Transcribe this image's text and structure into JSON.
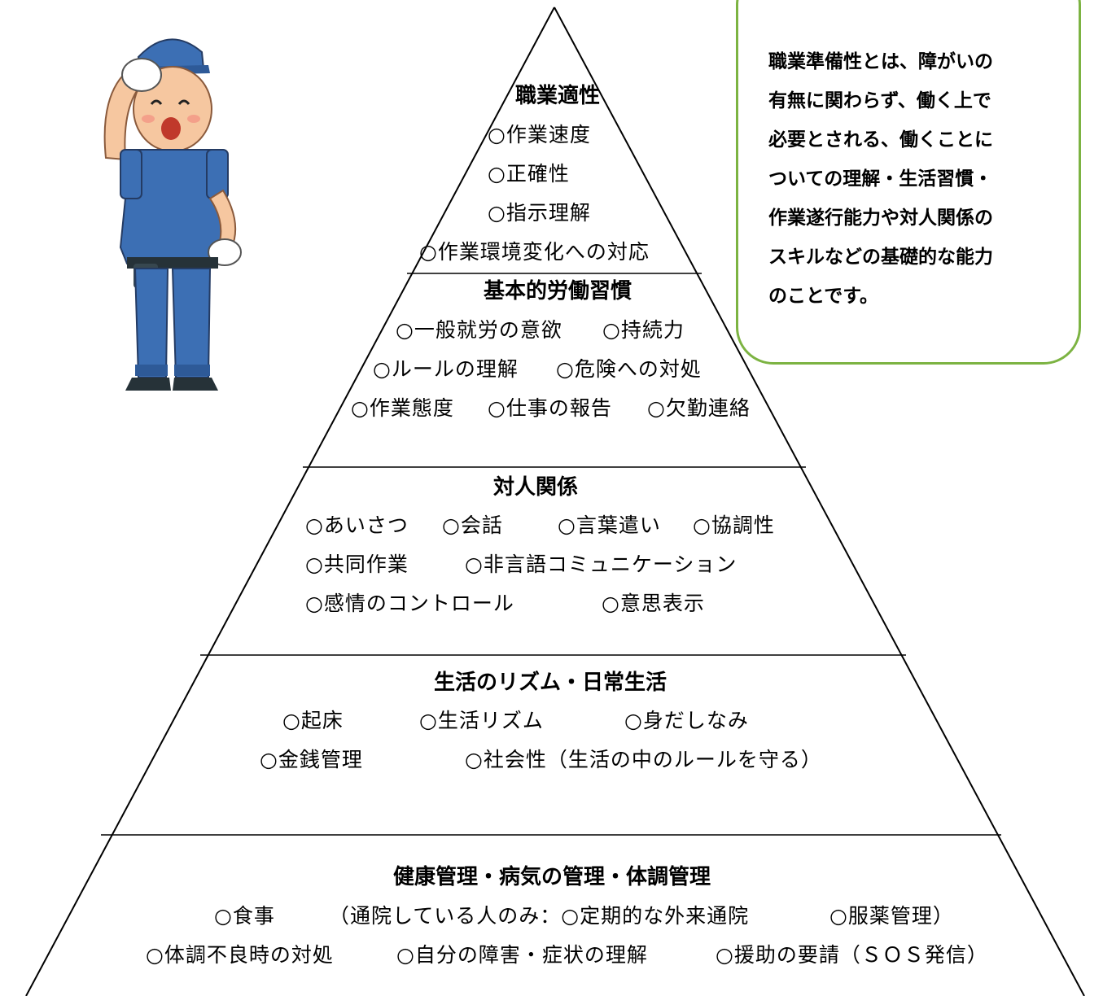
{
  "layers": [
    {
      "title": "職業適性",
      "items": [
        "○作業速度",
        "○正確性",
        "○指示理解",
        "○作業環境変化への対応"
      ]
    },
    {
      "title": "基本的労働習慣",
      "items": [
        "○一般就労の意欲",
        "○持続力",
        "○ルールの理解",
        "○危険への対処",
        "○作業態度",
        "○仕事の報告",
        "○欠勤連絡"
      ]
    },
    {
      "title": "対人関係",
      "items": [
        "○あいさつ",
        "○会話",
        "○言葉遣い",
        "○協調性",
        "○共同作業",
        "○非言語コミュニケーション",
        "○感情のコントロール",
        "○意思表示"
      ]
    },
    {
      "title": "生活のリズム・日常生活",
      "items": [
        "○起床",
        "○生活リズム",
        "○身だしなみ",
        "○金銭管理",
        "○社会性（生活の中のルールを守る）"
      ]
    },
    {
      "title": "健康管理・病気の管理・体調管理",
      "items": [
        "○食事",
        "（通院している人のみ：○定期的な外来通院",
        "○服薬管理）",
        "○体調不良時の対処",
        "○自分の障害・症状の理解",
        "○援助の要請（ＳＯＳ発信）"
      ]
    }
  ],
  "callout": {
    "lines": [
      "職業準備性とは、障がいの",
      "有無に関わらず、働く上で",
      "必要とされる、働くことに",
      "ついての理解・生活習慣・",
      "作業遂行能力や対人関係の",
      "スキルなどの基礎的な能力",
      "のことです。"
    ]
  },
  "illustration": {
    "icon": "worker-wiping-sweat",
    "accent": "#3c6fb4",
    "border_color": "#7cb342"
  }
}
